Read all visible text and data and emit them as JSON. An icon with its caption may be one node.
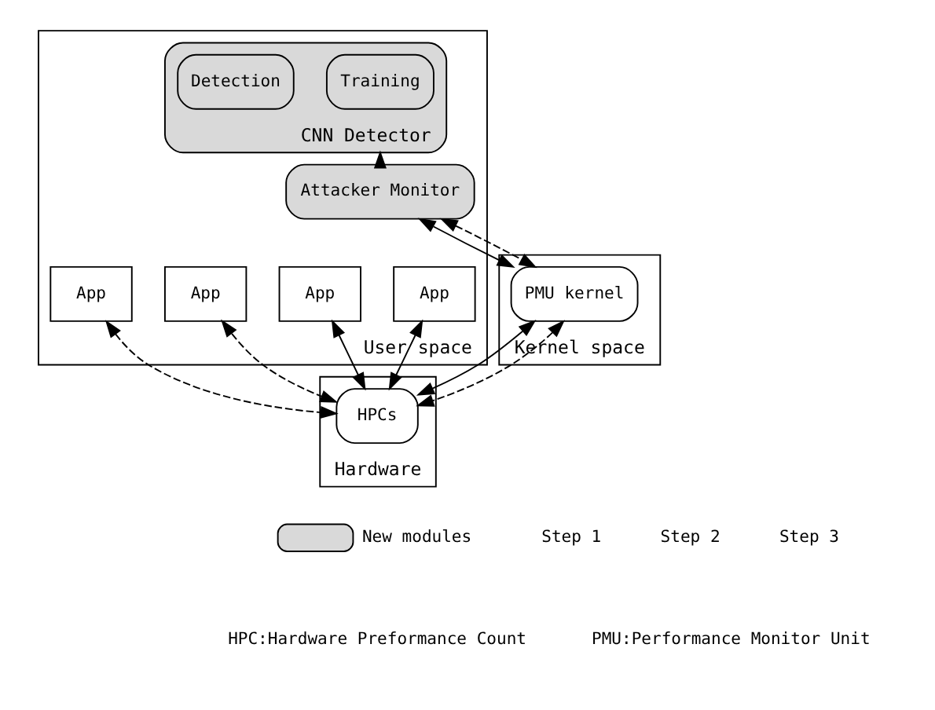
{
  "diagram": {
    "nodes": [
      {
        "text": [
          "User space"
        ]
      },
      {
        "text": [
          "CNN Detector"
        ],
        "in": 0
      },
      {
        "text": [
          "Training"
        ],
        "in": 1
      },
      {
        "text": [
          "Detection"
        ],
        "in": 1
      },
      {
        "text": [
          "Attacker Monitor"
        ],
        "in": 0
      },
      {
        "text": [
          "App"
        ],
        "in": 0
      },
      {
        "text": [
          "App"
        ],
        "in": 0
      },
      {
        "text": [
          "App"
        ],
        "in": 0
      },
      {
        "text": [
          "App"
        ],
        "in": 0
      },
      {
        "text": [
          "Kernel space"
        ]
      },
      {
        "text": [
          "PMU kernel"
        ],
        "in": 9
      },
      {
        "text": [
          "Hardware"
        ]
      },
      {
        "text": [
          "HPCs"
        ],
        "in": 11
      }
    ],
    "edges": [
      {
        "from": 4,
        "to": 1,
        "arrow": "to"
      },
      {
        "from": 4,
        "to": 10,
        "arrow": "both"
      },
      {
        "from": 4,
        "to": 10,
        "arrow": "both",
        "style": "dashed"
      },
      {
        "from": 10,
        "to": 12,
        "arrow": "both"
      },
      {
        "from": 10,
        "to": 12,
        "arrow": "both",
        "style": "dashed"
      },
      {
        "from": 5,
        "to": 12,
        "arrow": "both"
      },
      {
        "from": 6,
        "to": 12,
        "arrow": "both"
      },
      {
        "from": 7,
        "to": 12,
        "arrow": "both",
        "style": "dashed"
      },
      {
        "from": 8,
        "to": 12,
        "arrow": "both",
        "style": "dashed"
      }
    ],
    "labels": [
      "HPC:Hardware Preformance Count",
      "PMU:Performance Monitor Unit"
    ],
    "legend": [
      {
        "text": "New modules",
        "color": "#d9d9d9"
      },
      {
        "text": "Step 1"
      },
      {
        "text": "Step 2"
      },
      {
        "text": "Step 3"
      }
    ]
  }
}
